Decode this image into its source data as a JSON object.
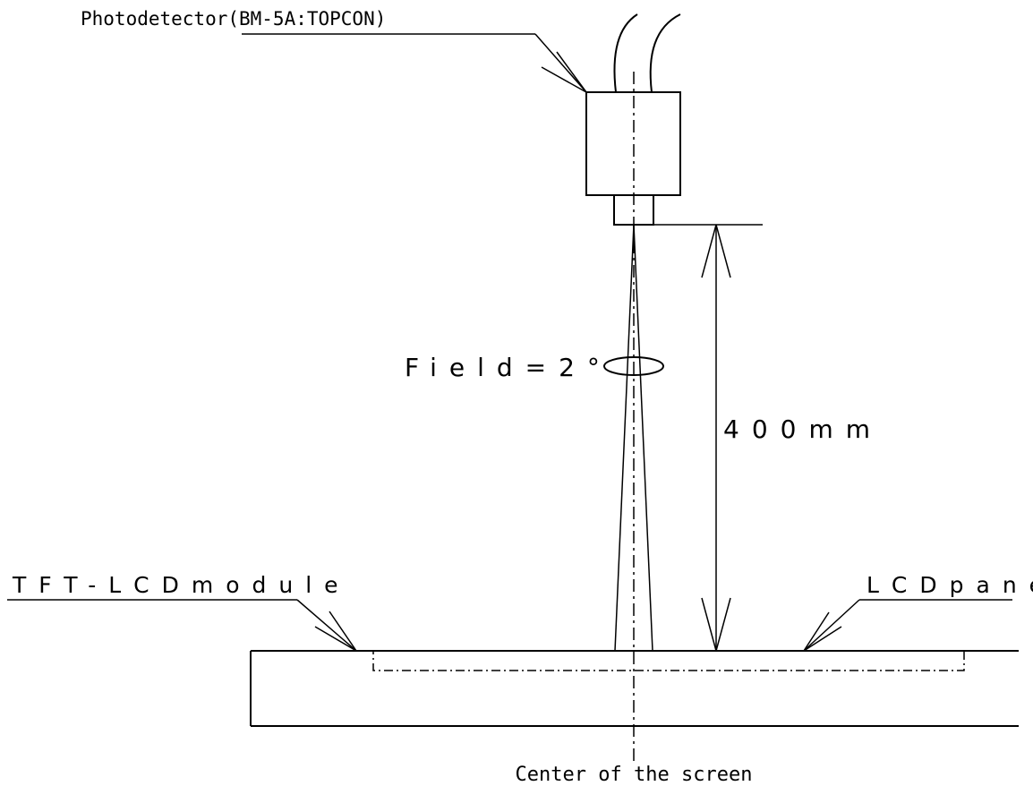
{
  "labels": {
    "photodetector": "Photodetector(BM-5A:TOPCON)",
    "field": "Field=2°",
    "distance": "400mm",
    "tft_module": "TFT-LCDmodule",
    "lcd_panel": "LCDpanel",
    "center": "Center of the screen"
  },
  "measurement": {
    "distance_mm": 400,
    "field_deg": 2
  }
}
